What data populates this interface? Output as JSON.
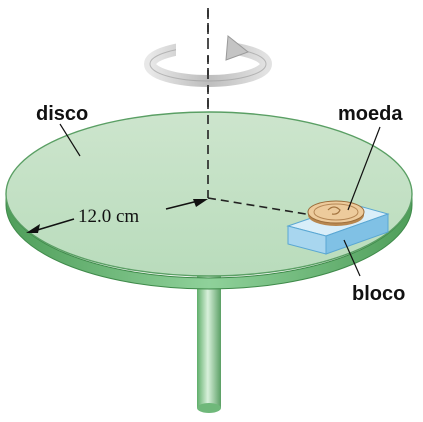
{
  "labels": {
    "disk": "disco",
    "coin": "moeda",
    "block": "bloco",
    "radius": "12.0 cm"
  },
  "colors": {
    "disk_top": "#cfe6cf",
    "disk_edge": "#5fae6a",
    "shaft": "#8fcf99",
    "block_top": "#d6ecf7",
    "block_side": "#8fc9e8",
    "coin": "#e9c79a",
    "arrow": "#c9c9c9",
    "line": "#111111"
  },
  "icons": {
    "rotation": "circular-arrow-icon"
  }
}
